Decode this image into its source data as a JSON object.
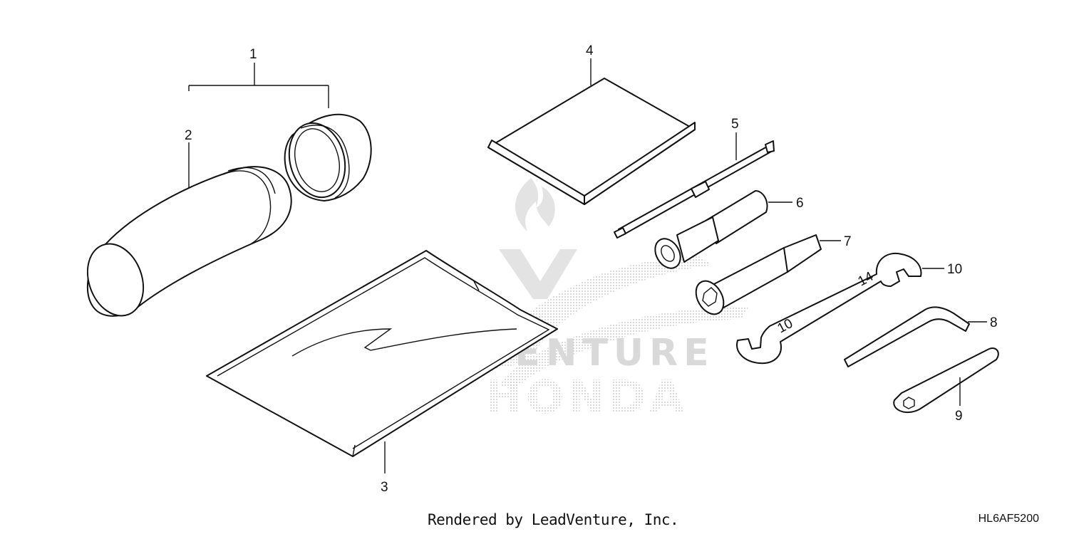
{
  "callouts": {
    "c1": "1",
    "c2": "2",
    "c3": "3",
    "c4": "4",
    "c5": "5",
    "c6": "6",
    "c7": "7",
    "c8": "8",
    "c9": "9",
    "c10": "10"
  },
  "wrench_markings": {
    "large_end": "14",
    "small_end": "10"
  },
  "watermark": {
    "brand": "LEADVENTURE",
    "maker": "HONDA"
  },
  "footer": {
    "credit": "Rendered by LeadVenture, Inc.",
    "diagram_code": "HL6AF5200"
  },
  "colors": {
    "line": "#111111",
    "watermark": "#d9d9d9",
    "background": "#ffffff"
  }
}
